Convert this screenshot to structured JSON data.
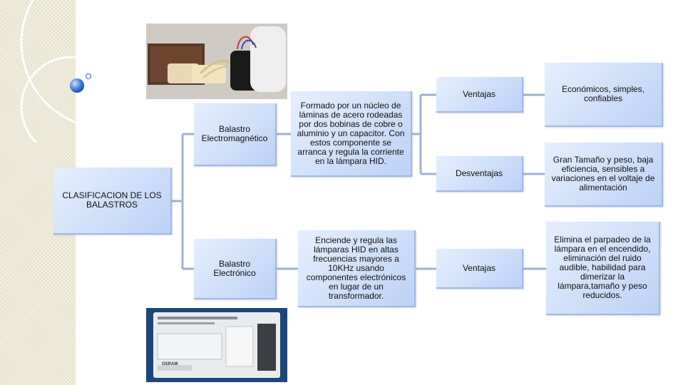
{
  "colors": {
    "box_light": "#e6efff",
    "box_dark": "#bcd2f5",
    "connector": "#9fb2d6",
    "side_strip": "#f1efdf"
  },
  "diagram": {
    "root": "CLASIFICACION DE LOS BALASTROS",
    "electromagnetico": {
      "title": "Balastro Electromagnético",
      "description": "Formado por un núcleo de láminas de acero rodeadas por dos bobinas de cobre o aluminio y un capacitor. Con estos componente se arranca y regula la corriente en la lámpara HID.",
      "ventajas_label": "Ventajas",
      "ventajas_text": "Económicos, simples, confiables",
      "desventajas_label": "Desventajas",
      "desventajas_text": "Gran Tamaño y peso, baja eficiencia, sensibles a variaciones en el voltaje de alimentación"
    },
    "electronico": {
      "title": "Balastro Electrónico",
      "description": "Enciende y regula las lámparas HID en altas frecuencias mayores a 10KHz usando componentes electrónicos en lugar de un transformador.",
      "ventajas_label": "Ventajas",
      "ventajas_text": "Elimina el parpadeo de la lámpara en el encendido, eliminación del ruido audible, habilidad para dimerizar la lámpara,tamaño y peso reducidos."
    },
    "photos": {
      "electronic_brand": "OSRAM"
    }
  }
}
